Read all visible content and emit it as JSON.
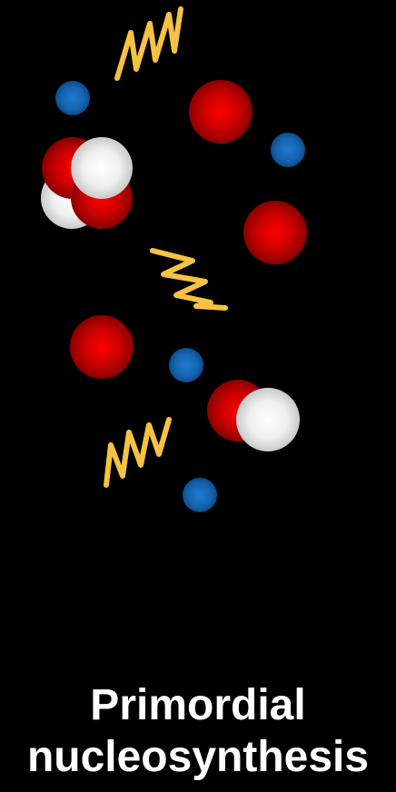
{
  "title": {
    "line1": "Primordial",
    "line2": "nucleosynthesis"
  },
  "legend_colors": {
    "background": "#000000",
    "proton": "#cc0000",
    "neutron": "#f2f2f2",
    "electron": "#1565b0",
    "photon": "#f5c242",
    "text": "#ffffff"
  },
  "particles": [
    {
      "kind": "photon"
    },
    {
      "kind": "electron"
    },
    {
      "kind": "proton"
    },
    {
      "kind": "electron"
    },
    {
      "kind": "helium-4-nucleus"
    },
    {
      "kind": "proton"
    },
    {
      "kind": "photon"
    },
    {
      "kind": "proton"
    },
    {
      "kind": "electron"
    },
    {
      "kind": "deuterium-nucleus"
    },
    {
      "kind": "photon"
    },
    {
      "kind": "electron"
    }
  ]
}
